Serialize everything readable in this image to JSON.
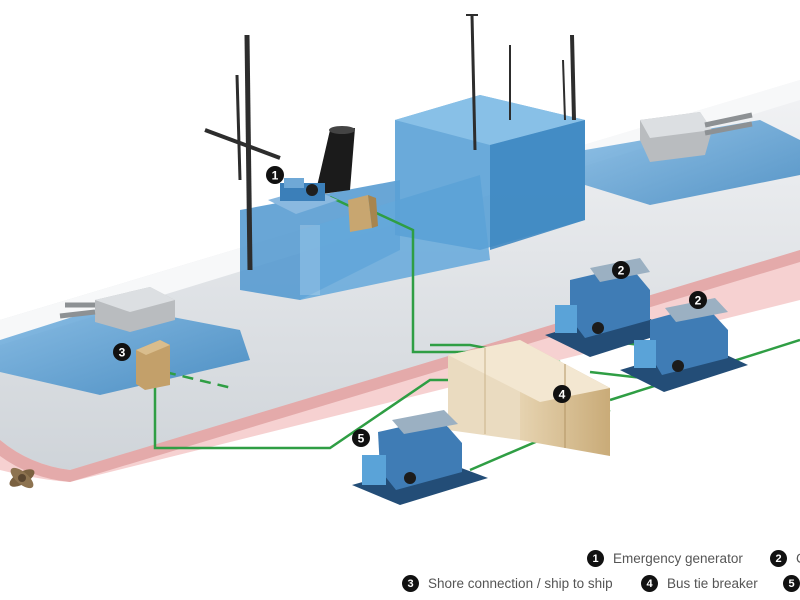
{
  "colors": {
    "ship_blue": "#5c9fd0",
    "hull_grey": "#e4e7ea",
    "hull_red": "#f3c9c9",
    "cable_green": "#2f9e44",
    "switchboard_tan": "#c8ad7f",
    "marker_black": "#111111",
    "legend_text": "#555555"
  },
  "markers": [
    {
      "id": "1",
      "label": "1"
    },
    {
      "id": "2a",
      "label": "2"
    },
    {
      "id": "2b",
      "label": "2"
    },
    {
      "id": "3",
      "label": "3"
    },
    {
      "id": "4",
      "label": "4"
    },
    {
      "id": "5",
      "label": "5"
    }
  ],
  "legend": {
    "items": [
      {
        "number": "1",
        "text": "Emergency generator"
      },
      {
        "number": "2",
        "text": "C"
      },
      {
        "number": "3",
        "text": "Shore connection / ship to ship"
      },
      {
        "number": "4",
        "text": "Bus tie breaker"
      },
      {
        "number": "5",
        "text": ""
      }
    ]
  }
}
